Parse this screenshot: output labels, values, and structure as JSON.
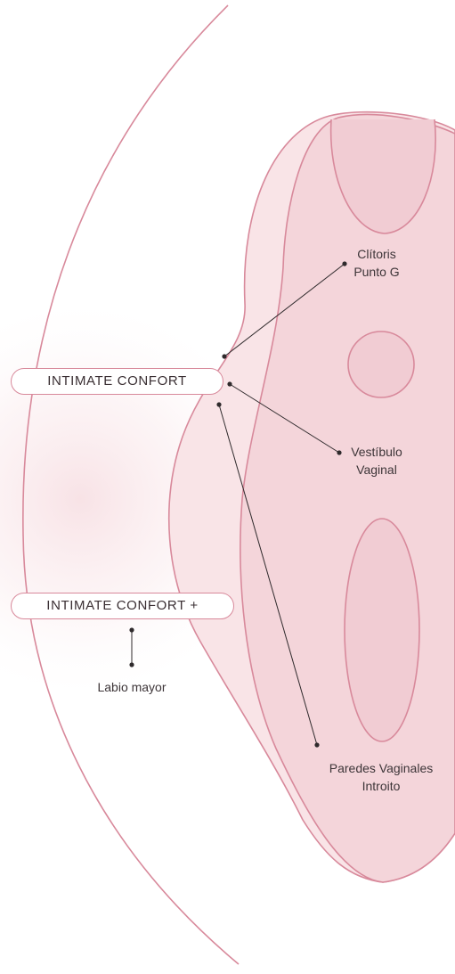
{
  "colors": {
    "outline": "#d8899b",
    "fill_light": "#f9e4e7",
    "fill_mid": "#f4d5da",
    "fill_dark": "#f1ccd3",
    "leader_line": "#2f2a2c",
    "text": "#3d3538"
  },
  "pills": {
    "intimate": "INTIMATE CONFORT",
    "intimate_plus": "INTIMATE CONFORT +"
  },
  "labels": {
    "clitoris": "Clítoris",
    "punto_g": "Punto G",
    "vestibulo": "Vestíbulo",
    "vaginal": "Vaginal",
    "paredes": "Paredes Vaginales",
    "introito": "Introito",
    "labio_mayor": "Labio mayor"
  }
}
